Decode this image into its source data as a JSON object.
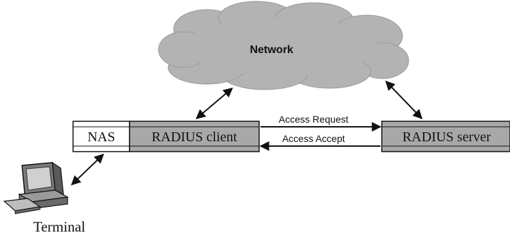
{
  "cloud": {
    "label": "Network"
  },
  "nas": {
    "label": "NAS"
  },
  "radius_client": {
    "label": "RADIUS client"
  },
  "radius_server": {
    "label": "RADIUS server"
  },
  "messages": {
    "request": "Access Request",
    "accept": "Access Accept"
  },
  "terminal": {
    "label": "Terminal"
  },
  "colors": {
    "cloud_fill": "#b3b3b3",
    "box_fill": "#a8a8a8",
    "stroke": "#111111"
  }
}
